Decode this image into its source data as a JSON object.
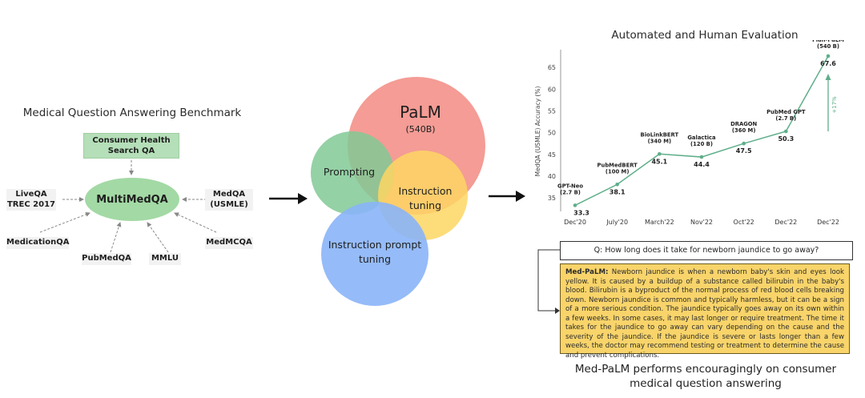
{
  "benchmark": {
    "title": "Medical Question Answering Benchmark",
    "center": "MultiMedQA",
    "top": "Consumer Health Search QA",
    "liveqa": "LiveQA TREC 2017",
    "medqa": "MedQA (USMLE)",
    "medicationqa": "MedicationQA",
    "medmcqa": "MedMCQA",
    "pubmedqa": "PubMedQA",
    "mmlu": "MMLU"
  },
  "venn": {
    "palm": "PaLM",
    "palm_size": "(540B)",
    "prompting": "Prompting",
    "instruction_tuning": "Instruction tuning",
    "prompt_tuning": "Instruction prompt tuning",
    "colors": {
      "palm": "#f28b82",
      "prompting": "#81c995",
      "instruction": "#fdd663",
      "prompt_tuning": "#8ab4f8"
    }
  },
  "evaluation": {
    "title": "Automated and Human Evaluation",
    "question": "Q: How long does it take for newborn jaundice to go away?",
    "answer_label": "Med-PaLM:",
    "answer": "Newborn jaundice is when a newborn baby's skin and eyes look yellow. It is caused by a buildup of a substance called bilirubin in the baby's blood. Bilirubin is a byproduct of the normal process of red blood cells breaking down. Newborn jaundice is common and typically harmless, but it can be a sign of a more serious condition. The jaundice typically goes away on its own within a few weeks. In some cases, it may last longer or require treatment. The time it takes for the jaundice to go away can vary depending on the cause and the severity of the jaundice. If the jaundice is severe or lasts longer than a few weeks, the doctor may recommend testing or treatment to determine the cause and prevent complications.",
    "caption": "Med-PaLM performs encouragingly on consumer medical question answering"
  },
  "chart_data": {
    "type": "line",
    "ylabel": "MedQA (USMLE) Accuracy (%)",
    "xlabel": "",
    "ylim": [
      33,
      67.6
    ],
    "yticks": [
      35,
      40,
      45,
      50,
      55,
      60,
      65
    ],
    "categories": [
      "Dec'20",
      "July'20",
      "March'22",
      "Nov'22",
      "Oct'22",
      "Dec'22",
      "Dec'22"
    ],
    "points": [
      {
        "model": "GPT-Neo",
        "size": "(2.7 B)",
        "value": 33.3
      },
      {
        "model": "PubMedBERT",
        "size": "(100 M)",
        "value": 38.1
      },
      {
        "model": "BioLinkBERT",
        "size": "(340 M)",
        "value": 45.1
      },
      {
        "model": "Galactica",
        "size": "(120 B)",
        "value": 44.4
      },
      {
        "model": "DRAGON",
        "size": "(360 M)",
        "value": 47.5
      },
      {
        "model": "PubMed GPT",
        "size": "(2.7 B)",
        "value": 50.3
      },
      {
        "model": "Flan-PaLM",
        "size": "(540 B)",
        "value": 67.6
      }
    ],
    "improvement": "+17%",
    "line_color": "#5fae8a"
  }
}
